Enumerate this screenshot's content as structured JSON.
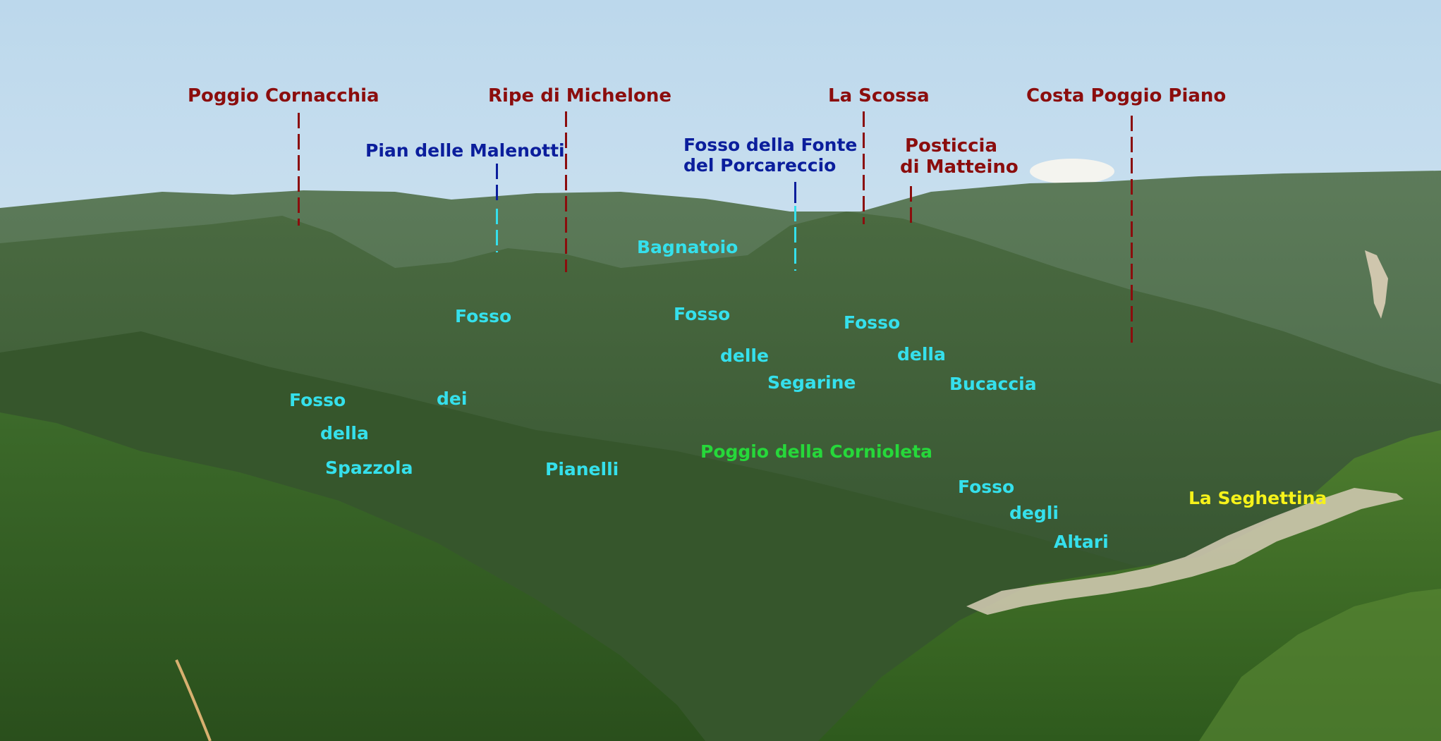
{
  "colors": {
    "peak": "#8b0d0d",
    "spring": "#0b1e9c",
    "stream": "#35e0ec",
    "poggio": "#26d83a",
    "seghettina": "#f6f21a"
  },
  "labels": {
    "poggio_cornacchia": "Poggio Cornacchia",
    "ripe_di_michelone": "Ripe di Michelone",
    "la_scossa": "La Scossa",
    "costa_poggio_piano": "Costa Poggio Piano",
    "posticcia_1": "Posticcia",
    "posticcia_2": "di Matteino",
    "pian_delle_malenotti": "Pian delle Malenotti",
    "fonte_1": "Fosso della Fonte",
    "fonte_2": "del Porcareccio",
    "bagnatoio": "Bagnatoio",
    "fosso_dei_pianelli_1": "Fosso",
    "fosso_dei_pianelli_2": "dei",
    "fosso_dei_pianelli_3": "Pianelli",
    "fosso_spazzola_1": "Fosso",
    "fosso_spazzola_2": "della",
    "fosso_spazzola_3": "Spazzola",
    "fosso_segarine_1": "Fosso",
    "fosso_segarine_2": "delle",
    "fosso_segarine_3": "Segarine",
    "fosso_bucaccia_1": "Fosso",
    "fosso_bucaccia_2": "della",
    "fosso_bucaccia_3": "Bucaccia",
    "poggio_cornioleta": "Poggio della Cornioleta",
    "fosso_altari_1": "Fosso",
    "fosso_altari_2": "degli",
    "fosso_altari_3": "Altari",
    "la_seghettina": "La Seghettina"
  }
}
